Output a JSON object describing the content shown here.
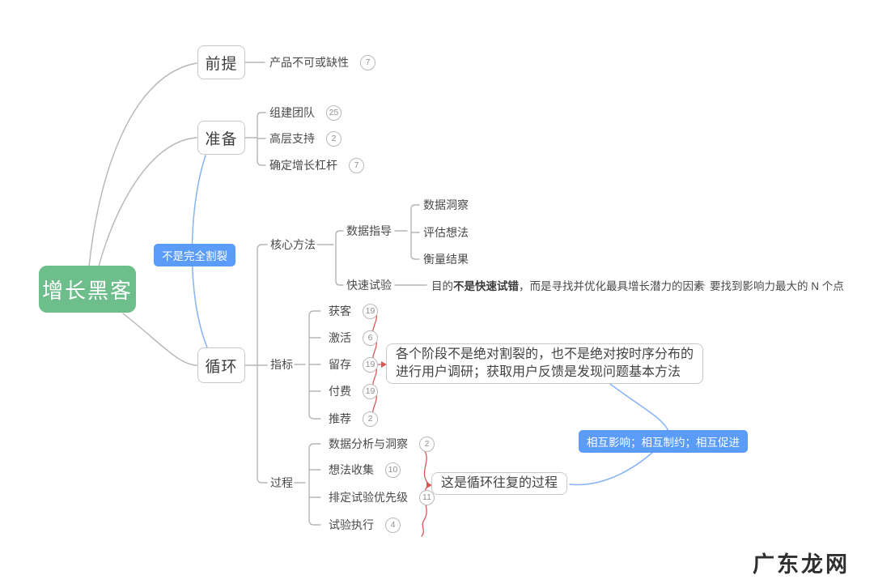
{
  "root": {
    "label": "增长黑客"
  },
  "branches": {
    "premise": {
      "label": "前提",
      "children": [
        {
          "label": "产品不可或缺性",
          "count": "7"
        }
      ]
    },
    "prepare": {
      "label": "准备",
      "children": [
        {
          "label": "组建团队",
          "count": "25"
        },
        {
          "label": "高层支持",
          "count": "2"
        },
        {
          "label": "确定增长杠杆",
          "count": "7"
        }
      ]
    },
    "loop": {
      "label": "循环"
    }
  },
  "core_method": {
    "label": "核心方法",
    "data_guide": {
      "label": "数据指导",
      "children": [
        {
          "label": "数据洞察"
        },
        {
          "label": "评估想法"
        },
        {
          "label": "衡量结果"
        }
      ]
    },
    "fast_test": {
      "label": "快速试验",
      "note": {
        "prefix": "目的",
        "bold": "不是快速试错",
        "suffix": "，而是寻找并优化最具增长潜力的因素"
      },
      "point": "要找到影响力最大的 N 个点"
    }
  },
  "metrics": {
    "label": "指标",
    "children": [
      {
        "label": "获客",
        "count": "19"
      },
      {
        "label": "激活",
        "count": "6"
      },
      {
        "label": "留存",
        "count": "19"
      },
      {
        "label": "付费",
        "count": "19"
      },
      {
        "label": "推荐",
        "count": "2"
      }
    ]
  },
  "process": {
    "label": "过程",
    "children": [
      {
        "label": "数据分析与洞察",
        "count": "2"
      },
      {
        "label": "想法收集",
        "count": "10"
      },
      {
        "label": "排定试验优先级",
        "count": "11"
      },
      {
        "label": "试验执行",
        "count": "4"
      }
    ]
  },
  "relation_labels": {
    "not_split": "不是完全割裂",
    "mutual": "相互影响；相互制约；相互促进"
  },
  "callouts": {
    "stages": {
      "line1": "各个阶段不是绝对割裂的，也不是绝对按时序分布的",
      "line2": "进行用户调研；获取用户反馈是发现问题基本方法"
    },
    "cycle": "这是循环往复的过程"
  },
  "watermark": "广东龙网",
  "colors": {
    "root_bg": "#6dbe8b",
    "relation_label_bg": "#5a9cf8",
    "gray_line": "#b5b5b5",
    "red_line": "#d95757",
    "blue_line": "#85b3f5",
    "node_border": "#c8c8c8"
  }
}
